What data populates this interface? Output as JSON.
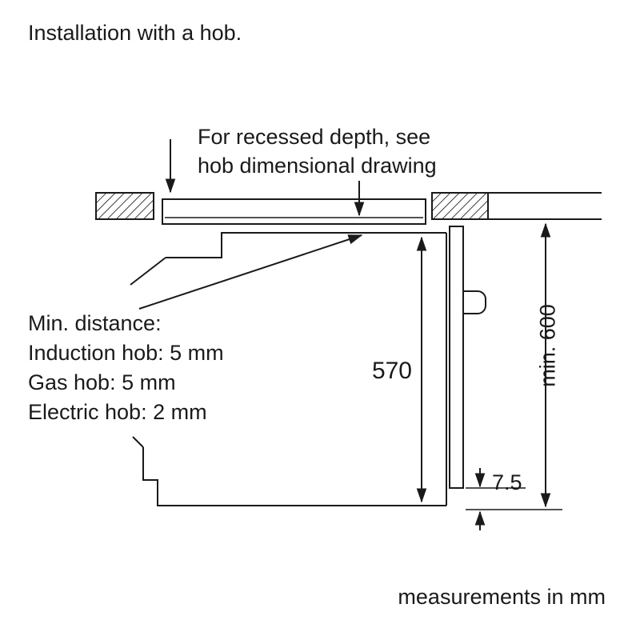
{
  "title": "Installation with a hob.",
  "annotation": {
    "line1": "For recessed depth, see",
    "line2": "hob dimensional drawing"
  },
  "min_distance": {
    "heading": "Min. distance:",
    "items": [
      "Induction hob: 5 mm",
      "Gas hob: 5 mm",
      "Electric hob: 2 mm"
    ]
  },
  "dimensions": {
    "oven_height": "570",
    "niche_min_height": "min. 600",
    "door_gap": "7.5"
  },
  "footer": "measurements in mm",
  "colors": {
    "line": "#1a1a1a",
    "background": "#ffffff"
  }
}
